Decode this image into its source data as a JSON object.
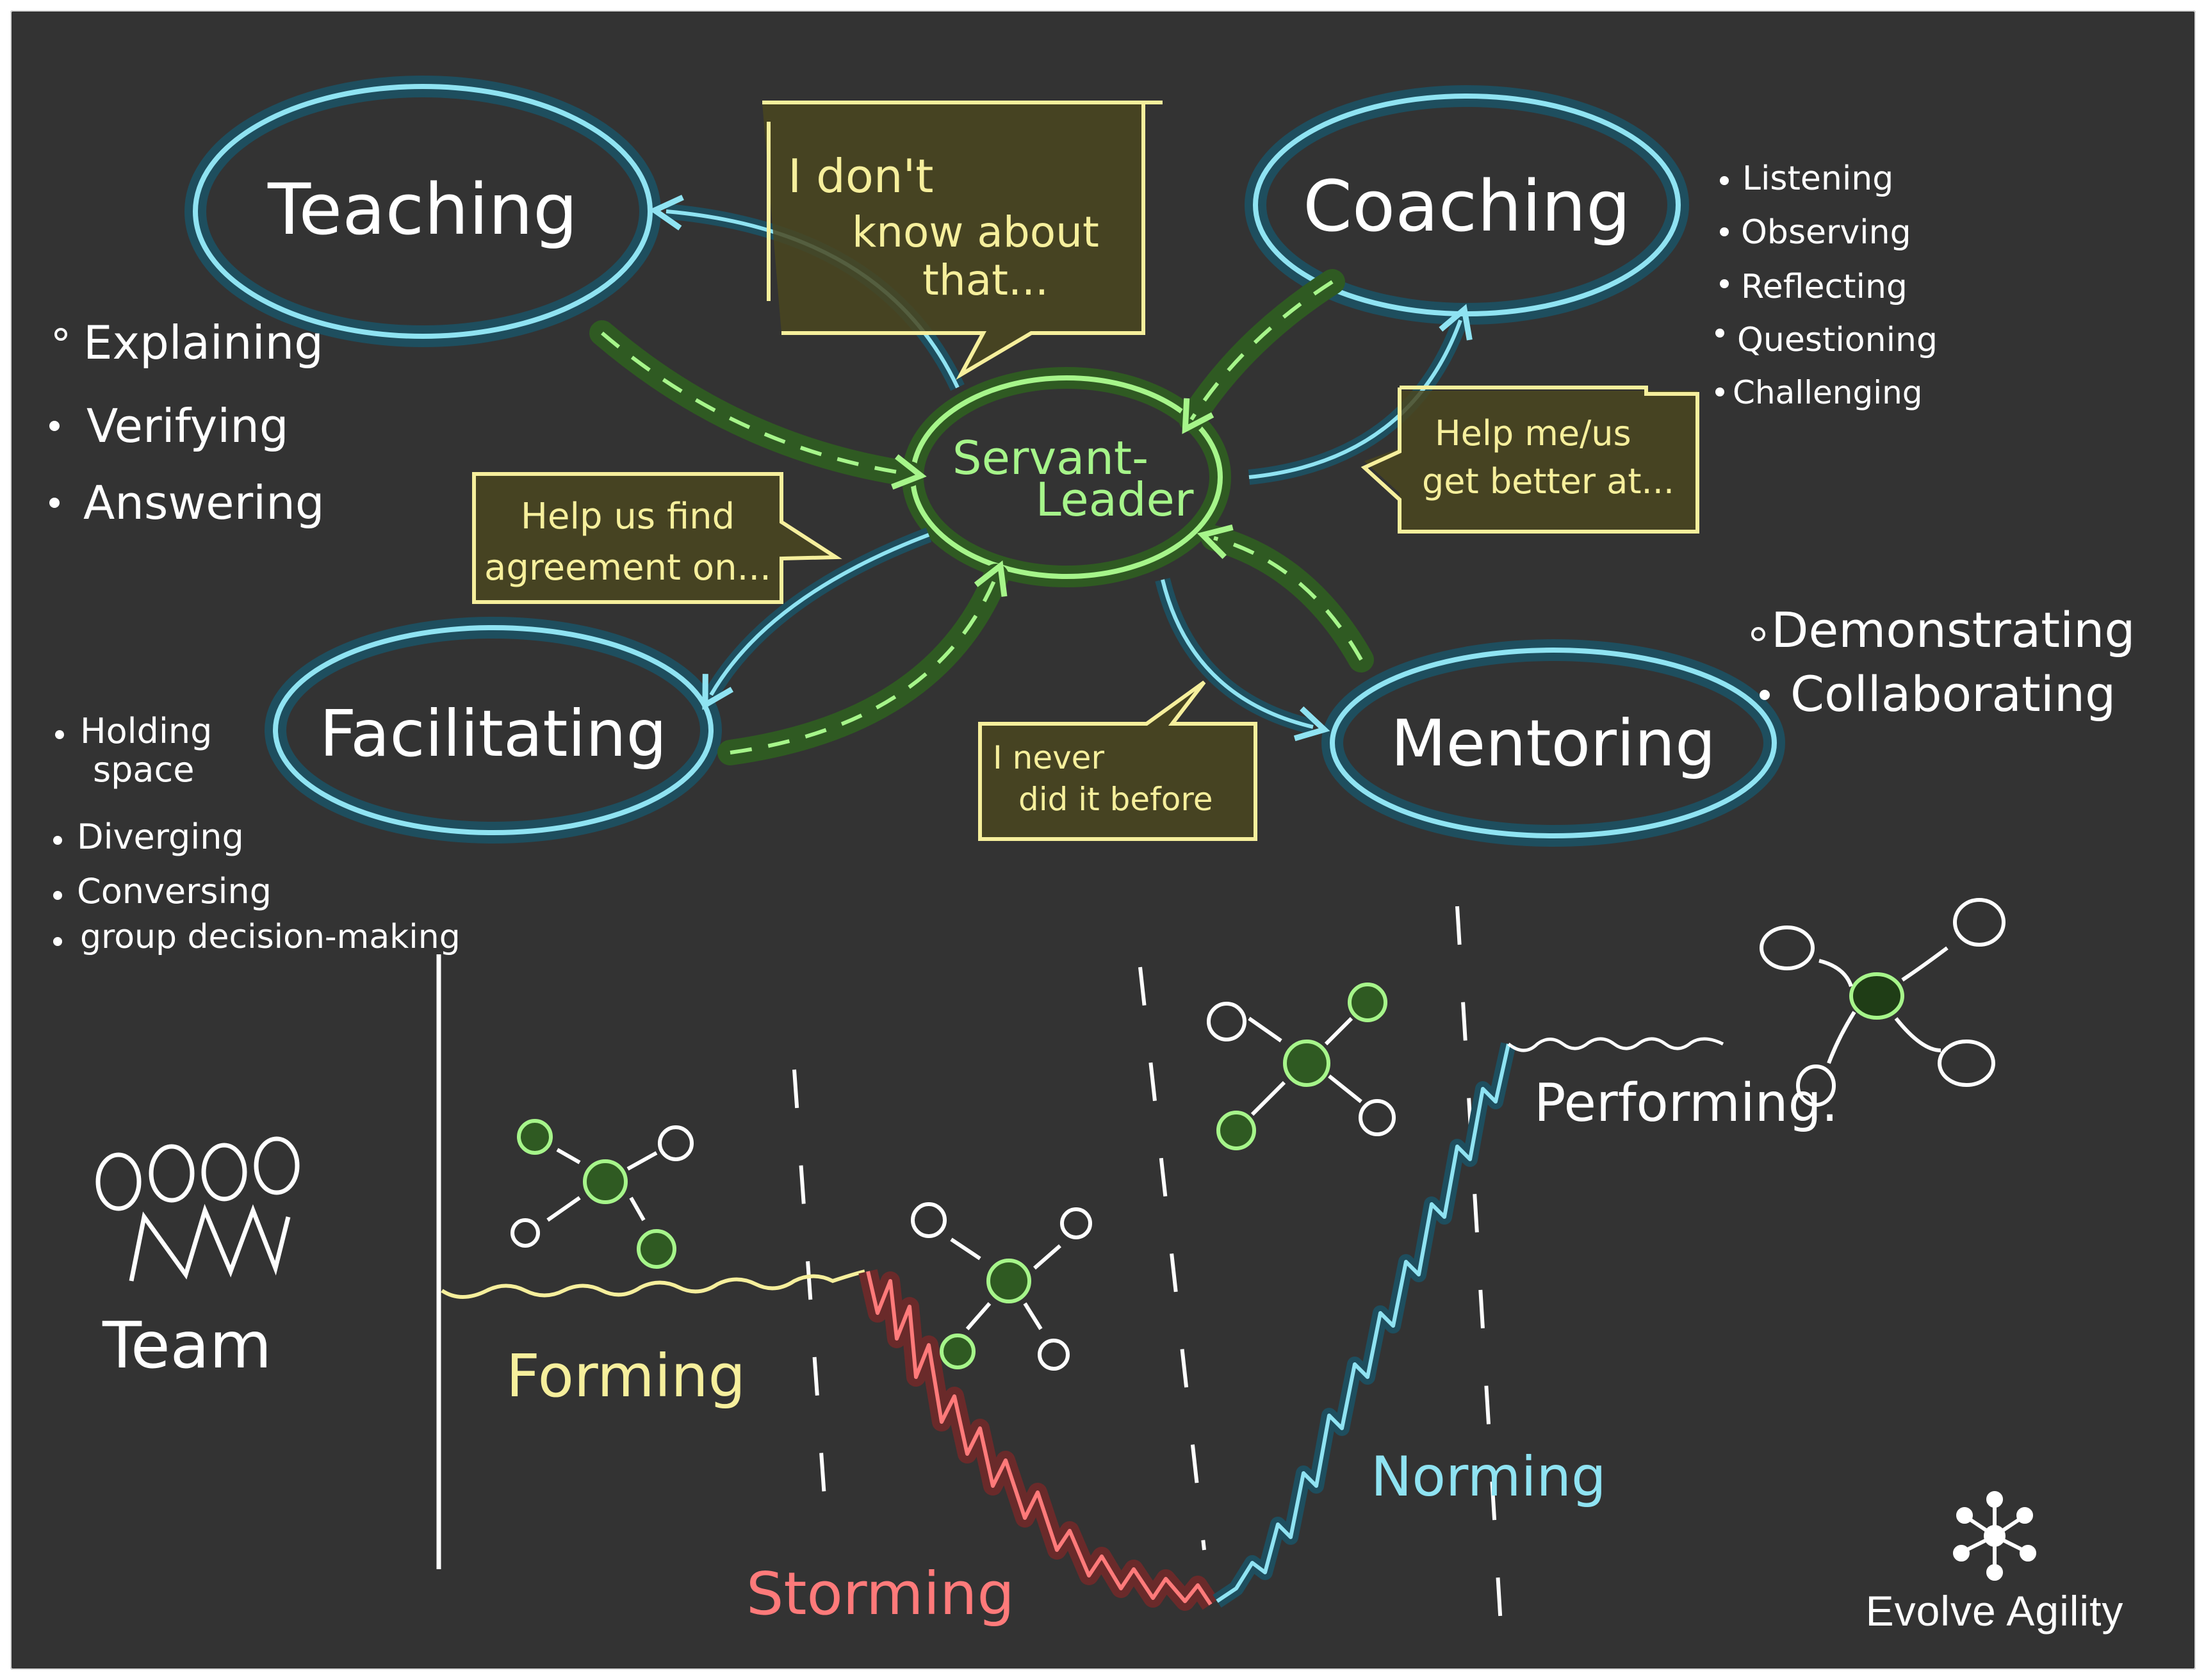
{
  "center": {
    "label_line1": "Servant-",
    "label_line2": "Leader"
  },
  "roles": {
    "teaching": {
      "label": "Teaching",
      "items": [
        "Explaining",
        "Verifying",
        "Answering"
      ]
    },
    "coaching": {
      "label": "Coaching",
      "items": [
        "Listening",
        "Observing",
        "Reflecting",
        "Questioning",
        "Challenging"
      ]
    },
    "facilitating": {
      "label": "Facilitating",
      "items": [
        "Holding",
        "space",
        "Diverging",
        "Conversing",
        "group decision-making"
      ]
    },
    "mentoring": {
      "label": "Mentoring",
      "items": [
        "Demonstrating",
        "Collaborating"
      ]
    }
  },
  "bubbles": {
    "teaching": [
      "I don't",
      "know about",
      "that..."
    ],
    "coaching": [
      "Help me/us",
      "get better at..."
    ],
    "facilitating": [
      "Help us find",
      "agreement on..."
    ],
    "mentoring": [
      "I never",
      "did it before"
    ]
  },
  "team": {
    "label": "Team"
  },
  "stages": {
    "forming": "Forming",
    "storming": "Storming",
    "norming": "Norming",
    "performing": "Performing."
  },
  "brand": {
    "name": "Evolve Agility"
  },
  "colors": {
    "board": "#333333",
    "white": "#ffffff",
    "blue": "#8fe3f2",
    "green": "#a6f58a",
    "yellow": "#f6ef9c",
    "red": "#ff7a7a",
    "green_glow": "#2f5a22",
    "yellow_glow": "#4a4620"
  }
}
